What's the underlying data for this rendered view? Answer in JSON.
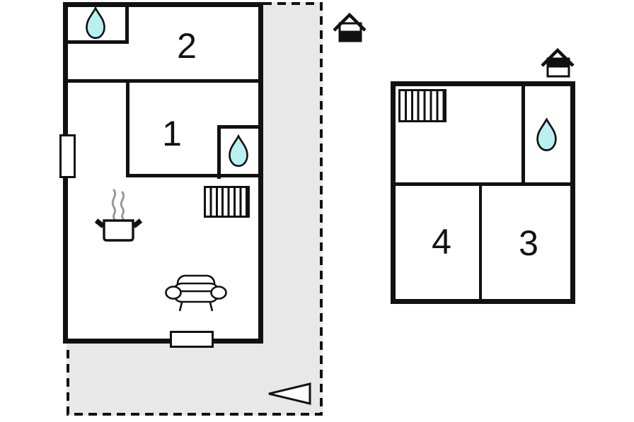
{
  "page": {
    "title": "Floor plan"
  },
  "colors": {
    "wall": "#111111",
    "water_fill": "#b9f1f0",
    "terrace_fill": "#e8e8e8",
    "steam": "#999999",
    "background": "#ffffff"
  },
  "ground_floor": {
    "rooms": [
      {
        "id": "room-1",
        "label": "1"
      },
      {
        "id": "room-2",
        "label": "2"
      }
    ],
    "level_icon": "house-ground-floor-icon",
    "feature_icons": [
      "water-drop-icon",
      "water-drop-icon",
      "stairs-icon",
      "stove-pot-icon",
      "sofa-icon",
      "window-marker",
      "door-marker",
      "entrance-arrow-icon"
    ],
    "terrace": {
      "present": true,
      "arrow_direction": "left"
    }
  },
  "upper_floor": {
    "rooms": [
      {
        "id": "room-3",
        "label": "3"
      },
      {
        "id": "room-4",
        "label": "4"
      }
    ],
    "level_icon": "house-upper-floor-icon",
    "feature_icons": [
      "stairs-icon",
      "water-drop-icon"
    ]
  }
}
